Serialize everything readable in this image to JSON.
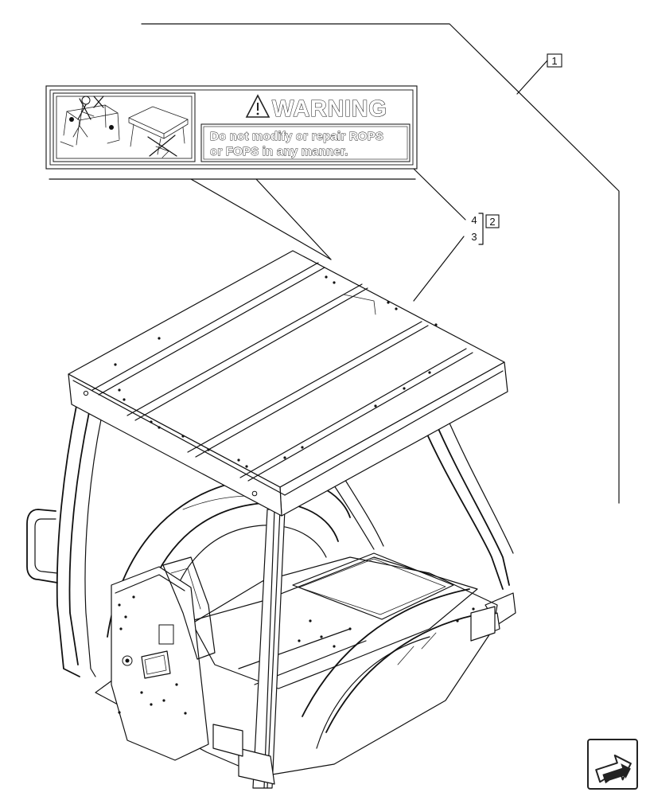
{
  "label": {
    "warning_title": "WARNING",
    "warning_lines": [
      "Do not modify or repair ROPS",
      "or FOPS in any manner."
    ]
  },
  "callouts": {
    "item_1": "1",
    "item_2": "2",
    "item_3": "3",
    "item_4": "4"
  },
  "icons": {
    "warning": "warning-triangle-icon",
    "crossed_out_welder": "welder-crossed-out-icon",
    "crossed_out_canopy": "canopy-crossed-out-icon",
    "next_page": "next-page-arrow-icon"
  }
}
